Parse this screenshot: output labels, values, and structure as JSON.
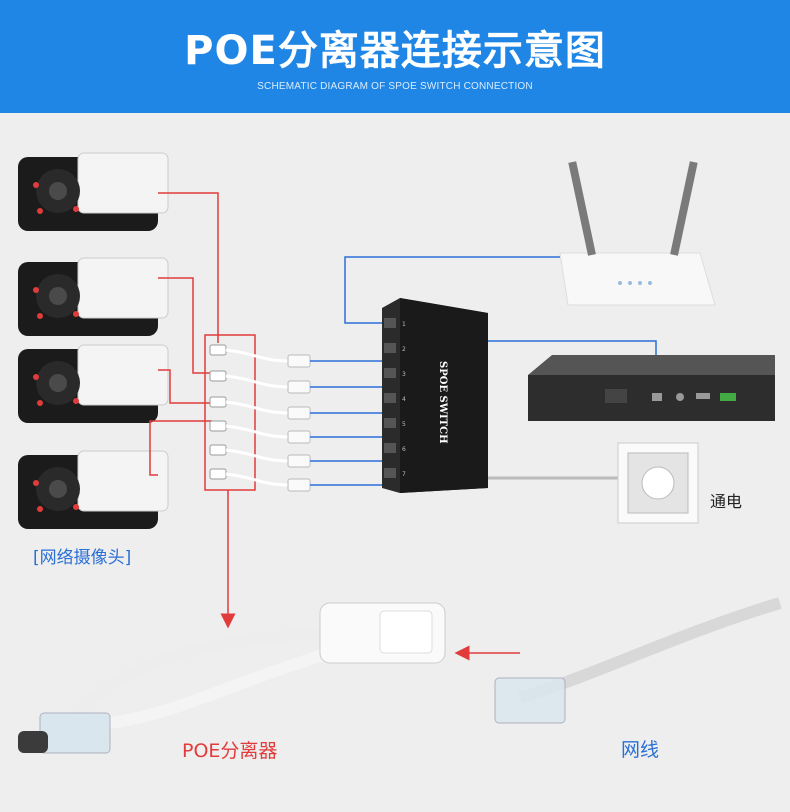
{
  "header": {
    "title": "POE分离器连接示意图",
    "subtitle": "SCHEMATIC DIAGRAM OF SPOE SWITCH CONNECTION"
  },
  "labels": {
    "cameras": "[网络摄像头]",
    "power": "通电",
    "splitter": "POE分离器",
    "cable": "网线"
  },
  "switch": {
    "name": "SPOE SWITCH",
    "port_labels": [
      "1",
      "2",
      "3",
      "4",
      "5",
      "6",
      "7"
    ]
  },
  "colors": {
    "banner": "#1f86e6",
    "red_line": "#e23b3b",
    "blue_line": "#2a6fd6"
  }
}
